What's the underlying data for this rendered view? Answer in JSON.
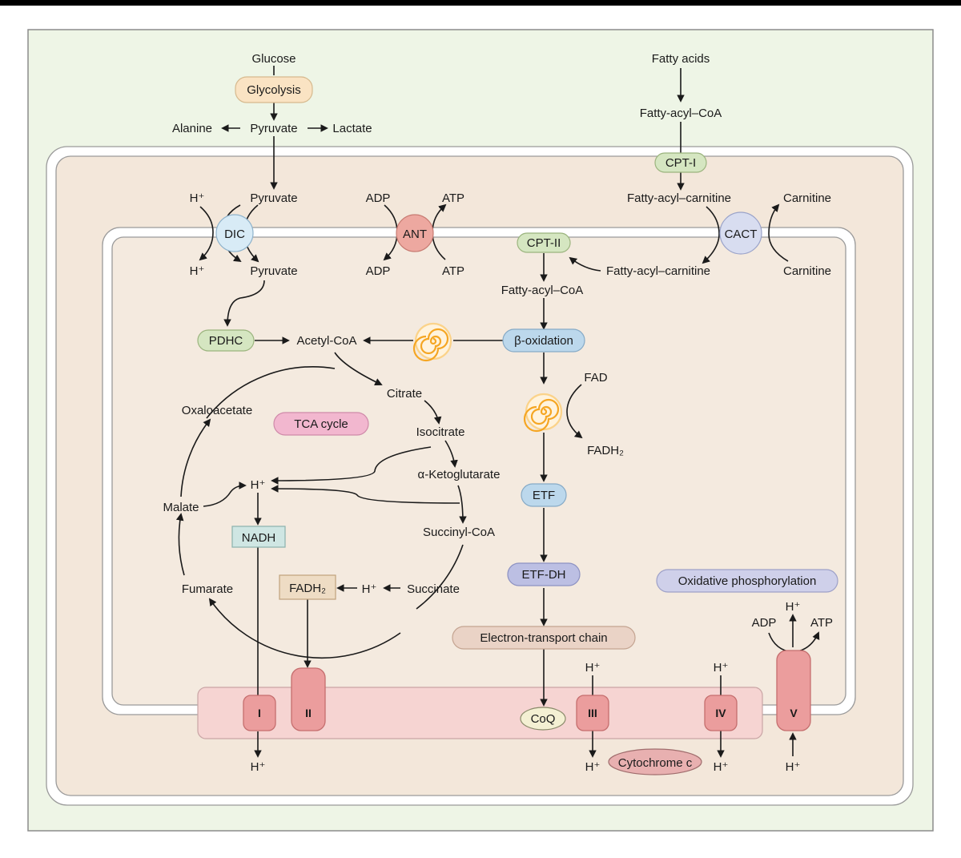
{
  "colors": {
    "background": "#eef5e6",
    "outer_membrane_fill": "#f3e7da",
    "inner_space_fill": "#f4eadf",
    "membrane_band": "#f6d4d2",
    "complex_fill": "#eb9d9d",
    "complex_stroke": "#c56e6e",
    "green_pill": "#d5e6c1",
    "blue_pill": "#bcd8ec",
    "purple_pill": "#bcbfe3",
    "pink_pill": "#f2b7cf",
    "tan_pill": "#fae3c3",
    "spiral": "#f5a623"
  },
  "labels": {
    "glucose": "Glucose",
    "glycolysis": "Glycolysis",
    "alanine": "Alanine",
    "pyruvate_cyto": "Pyruvate",
    "lactate": "Lactate",
    "fatty_acids": "Fatty acids",
    "fatty_acyl_coa_top": "Fatty-acyl–CoA",
    "cpt1": "CPT-I",
    "h_plus_dic_top": "H⁺",
    "pyruvate_ims": "Pyruvate",
    "dic": "DIC",
    "h_plus_dic_bottom": "H⁺",
    "pyruvate_matrix": "Pyruvate",
    "adp_top": "ADP",
    "atp_top": "ATP",
    "ant": "ANT",
    "adp_bottom": "ADP",
    "atp_bottom": "ATP",
    "fatty_acyl_carnitine_top": "Fatty-acyl–carnitine",
    "carnitine_top": "Carnitine",
    "cact": "CACT",
    "cpt2": "CPT-II",
    "fatty_acyl_carnitine_bottom": "Fatty-acyl–carnitine",
    "carnitine_bottom": "Carnitine",
    "fatty_acyl_coa_matrix": "Fatty-acyl–CoA",
    "pdhc": "PDHC",
    "acetyl_coa": "Acetyl-CoA",
    "beta_oxidation": "β-oxidation",
    "citrate": "Citrate",
    "oxaloacetate": "Oxaloacetate",
    "tca_cycle": "TCA cycle",
    "isocitrate": "Isocitrate",
    "fad": "FAD",
    "fadh2_right": "FADH₂",
    "alpha_ketoglutarate": "α-Ketoglutarate",
    "h_plus_tca": "H⁺",
    "malate": "Malate",
    "etf": "ETF",
    "nadh": "NADH",
    "succinyl_coa": "Succinyl-CoA",
    "etf_dh": "ETF-DH",
    "oxidative_phosphorylation": "Oxidative phosphorylation",
    "fumarate": "Fumarate",
    "fadh2_box": "FADH₂",
    "h_plus_succinate": "H⁺",
    "succinate": "Succinate",
    "h_plus_v_top": "H⁺",
    "adp_v": "ADP",
    "atp_v": "ATP",
    "electron_transport_chain": "Electron-transport chain",
    "h_plus_iii_top": "H⁺",
    "h_plus_iv_top": "H⁺",
    "complex_i": "I",
    "complex_ii": "II",
    "coq": "CoQ",
    "complex_iii": "III",
    "complex_iv": "IV",
    "complex_v": "V",
    "h_plus_i_bottom": "H⁺",
    "h_plus_iii_bottom": "H⁺",
    "cytochrome_c": "Cytochrome c",
    "h_plus_iv_bottom": "H⁺",
    "h_plus_v_bottom": "H⁺"
  }
}
